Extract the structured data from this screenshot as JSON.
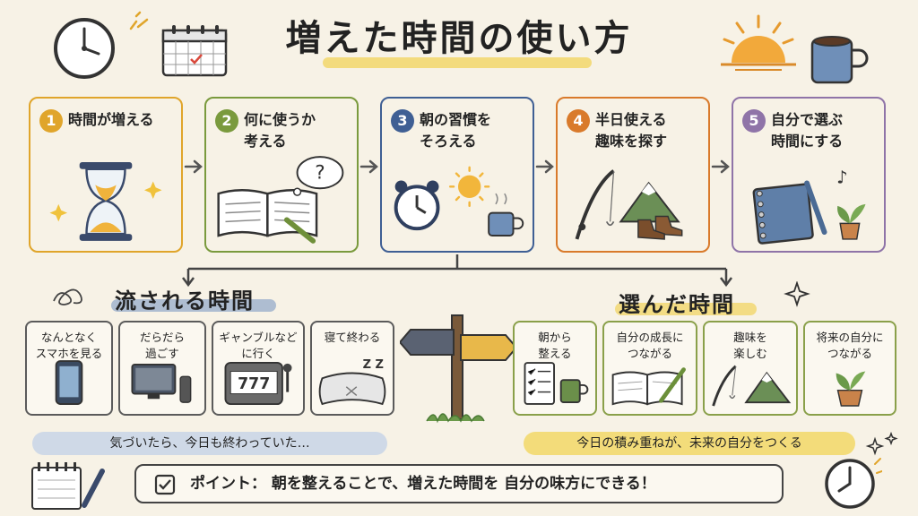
{
  "title": "増えた時間の使い方",
  "steps": [
    {
      "num": "1",
      "label": "時間が増える",
      "color": "#e0a52b"
    },
    {
      "num": "2",
      "label": "何に使うか\n考える",
      "color": "#7a9a3d"
    },
    {
      "num": "3",
      "label": "朝の習慣を\nそろえる",
      "color": "#3f5f94"
    },
    {
      "num": "4",
      "label": "半日使える\n趣味を探す",
      "color": "#d97a2b"
    },
    {
      "num": "5",
      "label": "自分で選ぶ\n時間にする",
      "color": "#8f74a8"
    }
  ],
  "left_section": {
    "title": "流される時間",
    "items": [
      "なんとなく\nスマホを見る",
      "だらだら\n過ごす",
      "ギャンブルなど\nに行く",
      "寝て終わる"
    ],
    "banner": "気づいたら、今日も終わっていた…",
    "zz": "Z Z"
  },
  "right_section": {
    "title": "選んだ時間",
    "items": [
      "朝から\n整える",
      "自分の成長に\nつながる",
      "趣味を\n楽しむ",
      "将来の自分に\nつながる"
    ],
    "banner": "今日の積み重ねが、未来の自分をつくる"
  },
  "point": "ポイント： 朝を整えることで、増えた時間を 自分の味方にできる！",
  "colors": {
    "left_accent": "#8ea6c8",
    "right_accent": "#f1d35a",
    "mini_left_border": "#5b5b5b",
    "mini_right_border": "#8aa04a"
  }
}
